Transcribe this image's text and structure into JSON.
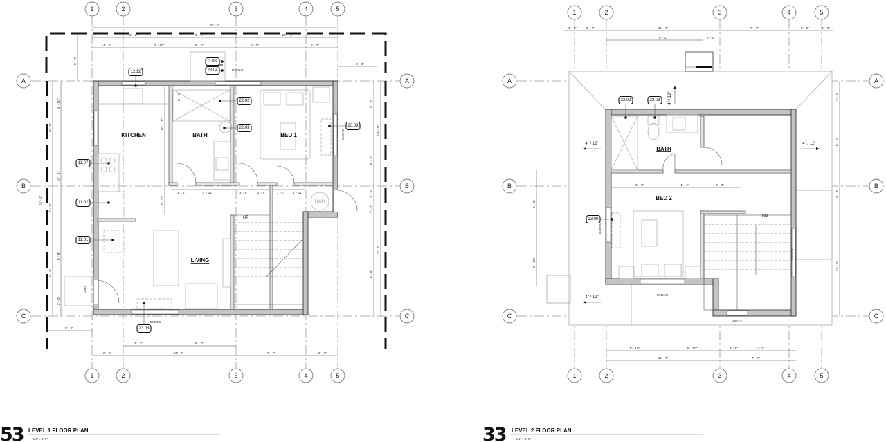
{
  "grid": {
    "columns": [
      "1",
      "2",
      "3",
      "4",
      "5"
    ],
    "rows": [
      "A",
      "B",
      "C"
    ]
  },
  "level1": {
    "number": "53",
    "title": "LEVEL 1 FLOOR PLAN",
    "scale": "1/4\" = 1'-0\"",
    "rooms": {
      "kitchen": "KITCHEN",
      "bath": "BATH",
      "bed": "BED 1",
      "living": "LIVING"
    },
    "stair_label": "UP",
    "water_heater": "HWH",
    "tags": [
      "12.12",
      "3.08",
      "23.04",
      "22.02",
      "22.03",
      "23.09",
      "11.07",
      "11.02",
      "11.01",
      "23.03"
    ],
    "windows": [
      "5040XO",
      "5040XO",
      "5040XO",
      "2068"
    ],
    "dims": [
      "20' - 2\"",
      "8' - 2\"",
      "6' - 5\"",
      "10' - 7\"",
      "4' - 5\"",
      "3' - 10\"",
      "6' - 5\"",
      "5' - 0\"",
      "5' - 7\"",
      "5' - 0\"",
      "5' - 8\"",
      "4' - 10\"",
      "10' - 11\"",
      "10' - 1\"",
      "2' - 11\"",
      "6' - 8\"",
      "9' - 4\"",
      "2' - 3\"",
      "24' - 2\"",
      "10' - 11\"",
      "2' - 11\"",
      "2' - 9\"",
      "1' - 6\"",
      "4' - 11\"",
      "1' - 6\"",
      "2' - 5\"",
      "1' - 7\"",
      "1' - 11\"",
      "5' - 7\"",
      "10' - 11\"",
      "5' - 4\"",
      "1' - 6\"",
      "2' - 1\"",
      "13' - 4\"",
      "9' - 9\"",
      "5' - 8\"",
      "3' - 3\"",
      "8' - 2\"",
      "2' - 0\"",
      "11' - 7\"",
      "7' - 7\"",
      "2' - 0\""
    ]
  },
  "level2": {
    "number": "33",
    "title": "LEVEL 2 FLOOR PLAN",
    "scale": "1/4\" = 1'-0\"",
    "rooms": {
      "bath": "BATH",
      "bed": "BED 2"
    },
    "stair_label": "DN",
    "roof_slope": "4\" / 12\"",
    "tags": [
      "22.02",
      "22.03",
      "23.09"
    ],
    "windows": [
      "5040XO",
      "5040XO",
      "5040XO",
      "2870-2"
    ],
    "dims": [
      "1' - 6\"",
      "2' - 0\"",
      "11' - 7\"",
      "7' - 7\"",
      "2' - 0\"",
      "1' - 0\"",
      "8' - 1\"",
      "2' - 0\"",
      "6' - 8\"",
      "4' - 4\"",
      "3' - 0\"",
      "3' - 0\"",
      "6' - 2\"",
      "4' - 3\"",
      "13' - 9\"",
      "6' - 3\"",
      "5' - 10\"",
      "5' - 10\"",
      "5' - 10\"",
      "3' - 6\"",
      "4' - 1\"",
      "11' - 7\"",
      "7' - 7\""
    ]
  },
  "colors": {
    "wall_fill": "#c4c4c4",
    "line": "#333333",
    "furniture": "#aaaaaa"
  }
}
